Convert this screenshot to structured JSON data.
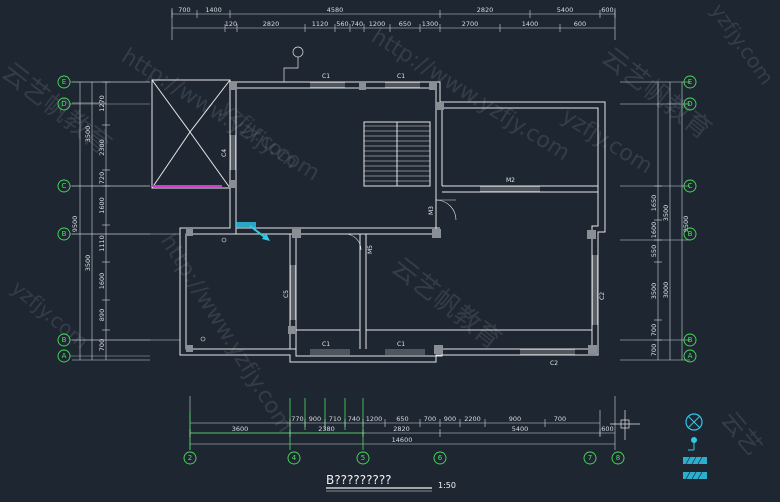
{
  "drawing_title": "B?????????",
  "scale": "1:50",
  "watermark": {
    "url": "http://www.yzfjy.com",
    "brand": "云艺帆教育",
    "short": "yzfjy.com",
    "fragment": "云艺"
  },
  "top_dims_row1": [
    "700",
    "1400",
    "4580",
    "2820",
    "5400",
    "600"
  ],
  "top_dims_row2": [
    "120",
    "2820",
    "1120",
    "560",
    "740",
    "1200",
    "650",
    "1300",
    "2700",
    "1400",
    "600"
  ],
  "bottom_dims_row1": [
    "770",
    "900",
    "710",
    "740",
    "1200",
    "650",
    "700",
    "900",
    "2200",
    "900",
    "700"
  ],
  "bottom_dims_row2": [
    "3600",
    "2380",
    "2820",
    "5400",
    "600"
  ],
  "bottom_total": "14600",
  "left_dims_outer": [
    "1270",
    "2300",
    "720",
    "1600",
    "1110",
    "1600",
    "890",
    "700"
  ],
  "left_dims_mid": [
    "3500",
    "3500"
  ],
  "left_dim_total": "9500",
  "right_dims_inner": [
    "1650",
    "1600",
    "550",
    "3500",
    "700",
    "700"
  ],
  "right_dims_mid": [
    "3500",
    "3000"
  ],
  "right_dim_total": "9500",
  "left_axes": [
    "E",
    "D",
    "C",
    "B",
    "B",
    "A"
  ],
  "right_axes": [
    "E",
    "D",
    "C",
    "B",
    "B",
    "A"
  ],
  "bottom_axes": [
    "2",
    "4",
    "5",
    "6",
    "7",
    "8"
  ],
  "labels": {
    "c1": "C1",
    "c2": "C2",
    "c4": "C4",
    "c5": "C5",
    "m2": "M2",
    "m3": "M3",
    "m5": "M5"
  },
  "colors": {
    "background": "#1e2631",
    "wall": "#e6e6e6",
    "axis": "#46e05a",
    "dim": "#d8dde3",
    "arrow": "#2fc8e8",
    "magenta": "#d23ad2",
    "column": "#8a8f96"
  },
  "legend_icons": [
    "circle-x-symbol-icon",
    "hatch-bar-icon",
    "hatch-bar-icon"
  ]
}
